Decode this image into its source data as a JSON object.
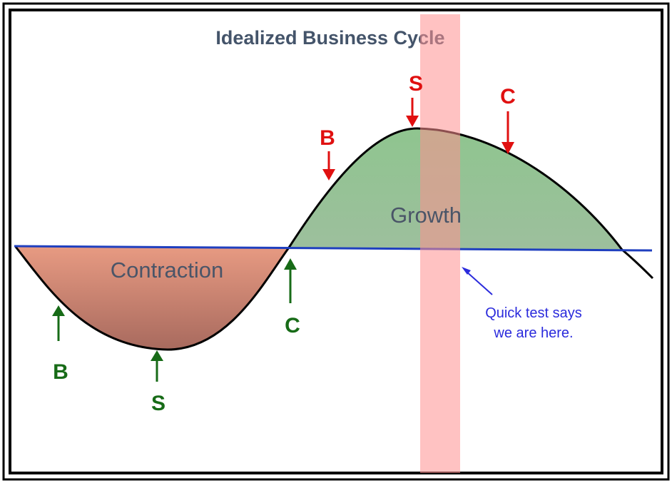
{
  "title": "Idealized Business Cycle",
  "regions": {
    "contraction": "Contraction",
    "growth": "Growth"
  },
  "signals": {
    "green": {
      "color": "#176b17",
      "b": "B",
      "s": "S",
      "c": "C"
    },
    "red": {
      "color": "#e01010",
      "b": "B",
      "s": "S",
      "c": "C"
    }
  },
  "annotation": {
    "line1": "Quick test says",
    "line2": "we are here.",
    "color": "#2b2bdc"
  },
  "colors": {
    "contraction_fill": "#d9826b",
    "growth_fill": "#93c593",
    "baseline": "#1f3fbf",
    "highlight_band": "#ff8f8f",
    "curve": "#000000"
  }
}
